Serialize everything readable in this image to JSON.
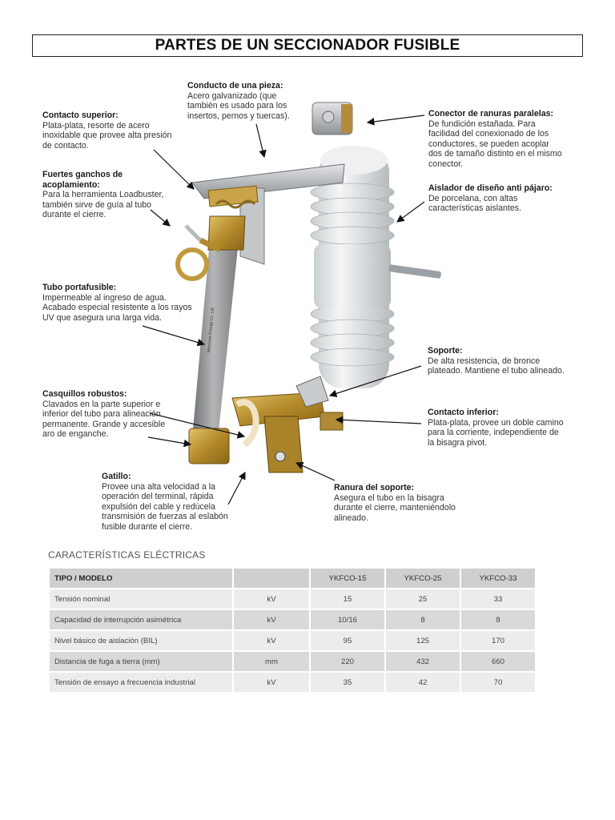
{
  "title": "PARTES DE UN SECCIONADOR FUSIBLE",
  "labels": {
    "conducto": {
      "head": "Conducto de una pieza:",
      "lines": [
        "Acero galvanizado (que",
        "también es usado para los",
        "insertos, pernos y tuercas)."
      ]
    },
    "contacto_sup": {
      "head": "Contacto superior:",
      "lines": [
        "Plata-plata, resorte de acero",
        "inoxidable que provee alta presión",
        "de contacto."
      ]
    },
    "ganchos": {
      "head1": "Fuertes ganchos de",
      "head2": "acoplamiento:",
      "lines": [
        "Para la herramienta Loadbuster,",
        "también sirve de guía al tubo",
        "durante el cierre."
      ]
    },
    "tubo": {
      "head": "Tubo portafusible:",
      "lines": [
        "Impermeable al ingreso de agua.",
        "Acabado especial resistente a los rayos",
        "UV que asegura una larga vida."
      ]
    },
    "casquillos": {
      "head": "Casquillos robustos:",
      "lines": [
        "Clavados en la parte superior e",
        "inferior del tubo para alineación",
        "permanente. Grande y accesible",
        "aro de enganche."
      ]
    },
    "gatillo": {
      "head": "Gatillo:",
      "lines": [
        "Provee una alta velocidad a la",
        "operación del terminal, rápida",
        "expulsión del cable y redúcela",
        "transmisión de fuerzas al eslabón",
        "fusible durante el cierre."
      ]
    },
    "conector": {
      "head": "Conector de ranuras paralelas:",
      "lines": [
        "De fundición estañada. Para",
        "facilidad del conexionado de los",
        "conductores, se pueden acoplar",
        "dos de tamaño distinto en el mismo",
        "conector."
      ]
    },
    "aislador": {
      "head": "Aislador de diseño anti pájaro:",
      "lines": [
        "De porcelana, con altas",
        "características aislantes."
      ]
    },
    "soporte": {
      "head": "Soporte:",
      "lines": [
        "De alta resistencia, de bronce",
        "plateado. Mantiene el tubo alineado."
      ]
    },
    "contacto_inf": {
      "head": "Contacto inferior:",
      "lines": [
        "Plata-plata, provee un doble camino",
        "para la corriente, independiente de",
        "la bisagra pivot."
      ]
    },
    "ranura": {
      "head": "Ranura del soporte:",
      "lines": [
        "Asegura el tubo en la bisagra",
        "durante el cierre, manteniéndolo",
        "alineado."
      ]
    }
  },
  "table": {
    "section_title": "CARACTERÍSTICAS ELÉCTRICAS",
    "header": {
      "col1": "TIPO / MODELO",
      "col2": "",
      "models": [
        "YKFCO-15",
        "YKFCO-25",
        "YKFCO-33"
      ]
    },
    "rows": [
      {
        "name": "Tensión nominal",
        "unit": "kV",
        "values": [
          "15",
          "25",
          "33"
        ]
      },
      {
        "name": "Capacidad de interrupción asimétrica",
        "unit": "kV",
        "values": [
          "10/16",
          "8",
          "8"
        ]
      },
      {
        "name": "Nivel básico de aislación (BIL)",
        "unit": "kV",
        "values": [
          "95",
          "125",
          "170"
        ]
      },
      {
        "name": "Distancia de fuga a tierra (mm)",
        "unit": "mm",
        "values": [
          "220",
          "432",
          "660"
        ]
      },
      {
        "name": "Tensión de ensayo a frecuencia industrial",
        "unit": "kV",
        "values": [
          "35",
          "42",
          "70"
        ]
      }
    ]
  },
  "colors": {
    "porcelain": "#e6e9ea",
    "brass": "#b8902e",
    "tube": "#9a9c9e",
    "steel": "#b9bcbf"
  }
}
